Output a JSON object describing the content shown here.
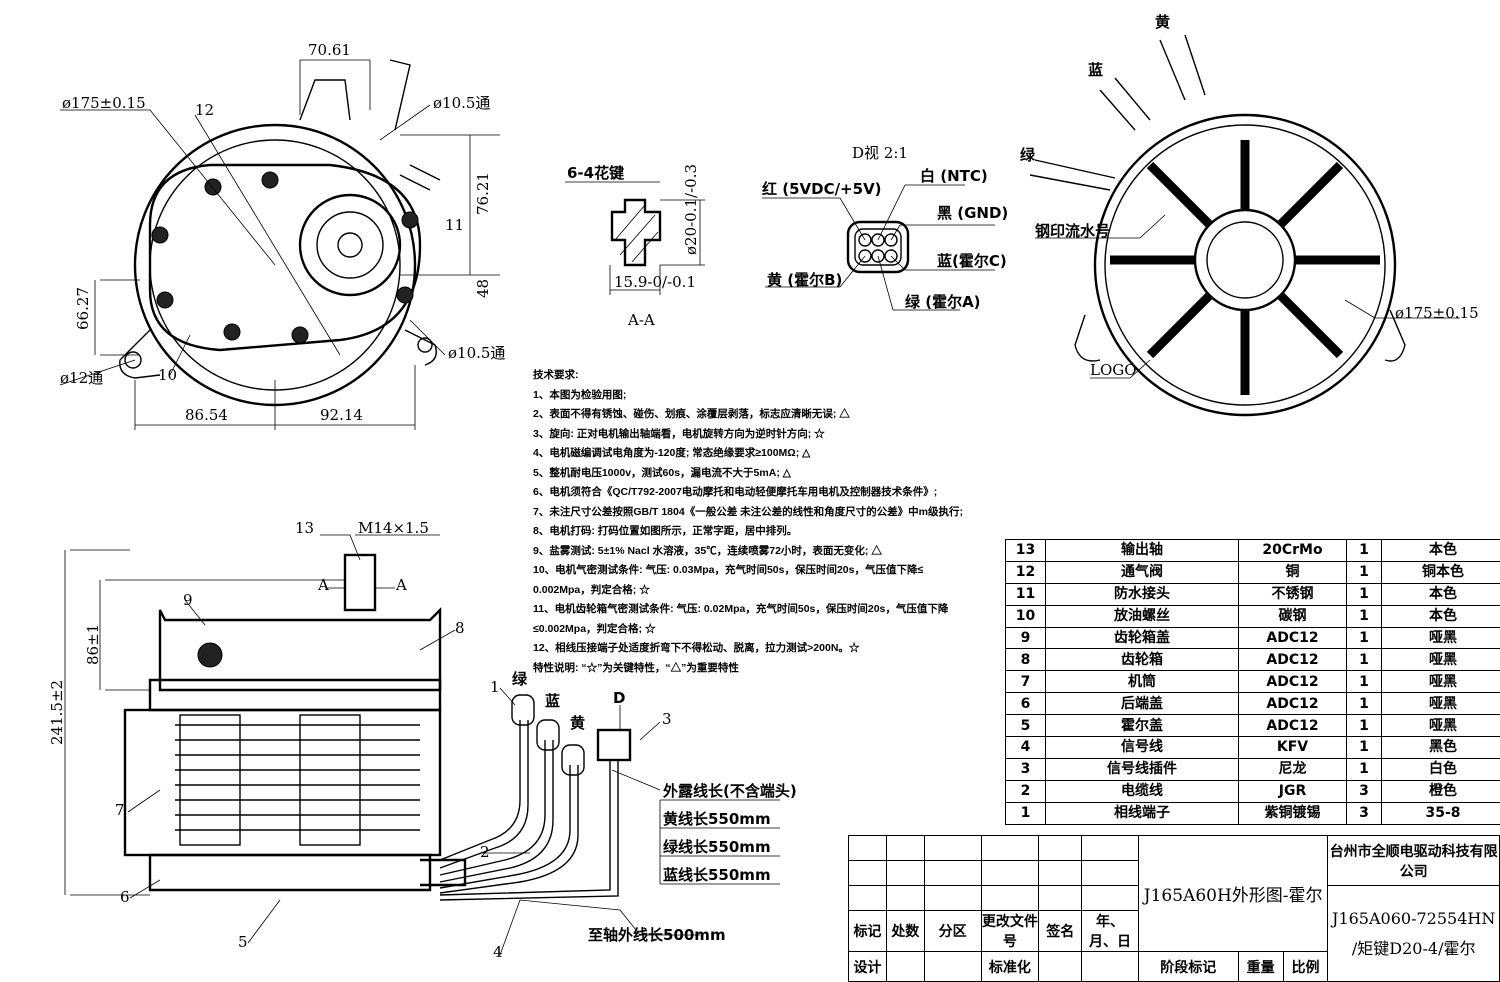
{
  "front_view": {
    "dim_width": "70.61",
    "dim_dia": "ø175±0.15",
    "dim_hole_top": "ø10.5通",
    "dim_height_top": "76.21",
    "dim_height_bottom": "48",
    "dim_left": "66.27",
    "dim_hole_bottom": "ø10.5通",
    "dim_hole_left": "ø12通",
    "dim_bottom_left": "86.54",
    "dim_bottom_right": "92.14",
    "callout_12": "12",
    "callout_11": "11",
    "callout_10": "10"
  },
  "section_aa": {
    "spline": "6-4花键",
    "dia": "ø20-0.1/-0.3",
    "width": "15.9-0/-0.1",
    "label": "A-A"
  },
  "view_d": {
    "title": "D视 2:1",
    "pins": {
      "red": "红 (5VDC/+5V)",
      "white": "白 (NTC)",
      "black": "黑 (GND)",
      "blue": "蓝(霍尔C)",
      "yellow": "黄 (霍尔B)",
      "green": "绿 (霍尔A)"
    }
  },
  "rear_view": {
    "yellow": "黄",
    "blue": "蓝",
    "green": "绿",
    "serial": "钢印流水号",
    "dia": "ø175±0.15",
    "logo": "LOGO"
  },
  "side_view": {
    "callout_13": "13",
    "thread": "M14×1.5",
    "section_a1": "A",
    "section_a2": "A",
    "callout_9": "9",
    "callout_8": "8",
    "dim_86": "86±1",
    "dim_total": "241.5±2",
    "callout_7": "7",
    "callout_6": "6",
    "callout_5": "5",
    "callout_2": "2",
    "callout_4": "4",
    "callout_1": "1",
    "callout_3": "3",
    "wire_green": "绿",
    "wire_blue": "蓝",
    "wire_yellow": "黄",
    "connector_d": "D",
    "exposed_title": "外露线长(不含端头)",
    "yellow_len": "黄线长550mm",
    "green_len": "绿线长550mm",
    "blue_len": "蓝线长550mm",
    "signal_len": "至轴外线长500mm"
  },
  "tech_requirements": {
    "title": "技术要求:",
    "items": [
      "1、本图为检验用图;",
      "2、表面不得有锈蚀、碰伤、划痕、涂覆层剥落，标志应清晰无误; △",
      "3、旋向: 正对电机输出轴端看，电机旋转方向为逆时针方向; ☆",
      "4、电机磁编调试电角度为-120度; 常态绝缘要求≥100MΩ; △",
      "5、整机耐电压1000v，测试60s，漏电流不大于5mA; △",
      "6、电机须符合《QC/T792-2007电动摩托和电动轻便摩托车用电机及控制器技术条件》;",
      "7、未注尺寸公差按照GB/T 1804《一般公差 未注公差的线性和角度尺寸的公差》中m级执行;",
      "8、电机打码: 打码位置如图所示，正常字距，居中排列。",
      "9、盐雾测试: 5±1% Nacl 水溶液，35℃，连续喷雾72小时，表面无变化; △",
      "10、电机气密测试条件: 气压: 0.03Mpa，充气时间50s，保压时间20s，气压值下降≤",
      "0.002Mpa，判定合格; ☆",
      "11、电机齿轮箱气密测试条件: 气压: 0.02Mpa，充气时间50s，保压时间20s，气压值下降",
      "≤0.002Mpa，判定合格; ☆",
      "12、相线压接端子处适度折弯下不得松动、脱离，拉力测试>200N。☆",
      "特性说明: “☆”为关键特性，“△”为重要特性"
    ]
  },
  "bom": [
    [
      "13",
      "输出轴",
      "20CrMo",
      "1",
      "本色"
    ],
    [
      "12",
      "通气阀",
      "铜",
      "1",
      "铜本色"
    ],
    [
      "11",
      "防水接头",
      "不锈钢",
      "1",
      "本色"
    ],
    [
      "10",
      "放油螺丝",
      "碳钢",
      "1",
      "本色"
    ],
    [
      "9",
      "齿轮箱盖",
      "ADC12",
      "1",
      "哑黑"
    ],
    [
      "8",
      "齿轮箱",
      "ADC12",
      "1",
      "哑黑"
    ],
    [
      "7",
      "机筒",
      "ADC12",
      "1",
      "哑黑"
    ],
    [
      "6",
      "后端盖",
      "ADC12",
      "1",
      "哑黑"
    ],
    [
      "5",
      "霍尔盖",
      "ADC12",
      "1",
      "哑黑"
    ],
    [
      "4",
      "信号线",
      "KFV",
      "1",
      "黑色"
    ],
    [
      "3",
      "信号线插件",
      "尼龙",
      "1",
      "白色"
    ],
    [
      "2",
      "电缆线",
      "JGR",
      "3",
      "橙色"
    ],
    [
      "1",
      "相线端子",
      "紫铜镀锡",
      "3",
      "35-8"
    ]
  ],
  "title_block": {
    "headers": [
      "标记",
      "处数",
      "分区",
      "更改文件号",
      "签名",
      "年、月、日"
    ],
    "design": "设计",
    "standardization": "标准化",
    "drawing_title": "J165A60H外形图-霍尔",
    "company": "台州市全顺电驱动科技有限公司",
    "part_no_1": "J165A060-72554HN",
    "part_no_2": "/矩键D20-4/霍尔",
    "stage_mark": "阶段标记",
    "weight": "重量",
    "scale": "比例"
  }
}
